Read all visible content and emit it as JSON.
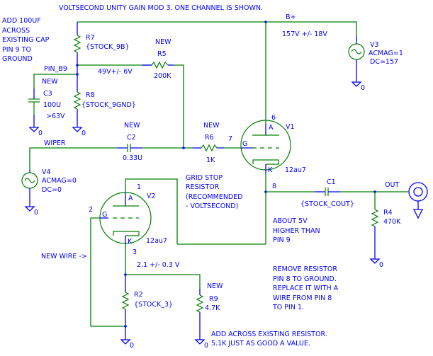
{
  "title": "VOLTSECOND UNITY GAIN MOD 3. ONE CHANNEL IS SHOWN.",
  "colors": {
    "wire": "#008000",
    "text": "#0000ff",
    "background": "#ffffff"
  },
  "notes": {
    "add_cap": [
      "ADD 100UF",
      "ACROSS",
      "EXISTING CAP",
      "PIN 9 TO",
      "GROUND"
    ],
    "grid_stop": [
      "GRID STOP",
      "RESISTOR",
      "(RECOMMENDED",
      "- VOLTSECOND)"
    ],
    "about_5v": [
      "ABOUT 5V",
      "HIGHER THAN",
      "PIN 9"
    ],
    "remove_resistor": [
      "REMOVE RESISTOR",
      "PIN 8 TO GROUND.",
      "REPLACE IT WITH A",
      "WIRE FROM PIN 8",
      "TO PIN 1."
    ],
    "add_across": [
      "ADD ACROSS EXISTING RESISTOR.",
      "5.1K JUST AS GOOD A VALUE."
    ],
    "new_wire": "NEW WIRE ->"
  },
  "nets": {
    "bplus": "B+",
    "bplus_voltage": "157V +/- 18V",
    "pin_b9": "PIN_B9",
    "pin_b9_voltage": "49V+/- 6V",
    "wiper": "WIPER",
    "out": "OUT",
    "cathode_voltage": "2.1 +/- 0.3 V"
  },
  "ground_label": "0",
  "new_tag": "NEW",
  "components": {
    "R7": {
      "ref": "R7",
      "value": "{STOCK_9B}"
    },
    "R5": {
      "ref": "R5",
      "value": "200K"
    },
    "R8": {
      "ref": "R8",
      "value": "{STOCK_9GND}"
    },
    "C3": {
      "ref": "C3",
      "value": "100U",
      "rating": ">63V"
    },
    "C2": {
      "ref": "C2",
      "value": "0.33U"
    },
    "R6": {
      "ref": "R6",
      "value": "1K"
    },
    "V1": {
      "ref": "V1",
      "value": "12au7"
    },
    "V2": {
      "ref": "V2",
      "value": "12au7"
    },
    "V3": {
      "ref": "V3",
      "acmag": "ACMAG=1",
      "dc": "DC=157"
    },
    "V4": {
      "ref": "V4",
      "acmag": "ACMAG=0",
      "dc": "DC=0"
    },
    "C1": {
      "ref": "C1",
      "value": "{STOCK_COUT}"
    },
    "R4": {
      "ref": "R4",
      "value": "470K"
    },
    "R2": {
      "ref": "R2",
      "value": "{STOCK_3}"
    },
    "R9": {
      "ref": "R9",
      "value": "4.7K"
    }
  },
  "tube_pins": {
    "anode": "A",
    "grid": "G",
    "cathode": "K"
  },
  "pins": {
    "p1": "1",
    "p2": "2",
    "p3": "3",
    "p6": "6",
    "p7": "7",
    "p8": "8"
  }
}
